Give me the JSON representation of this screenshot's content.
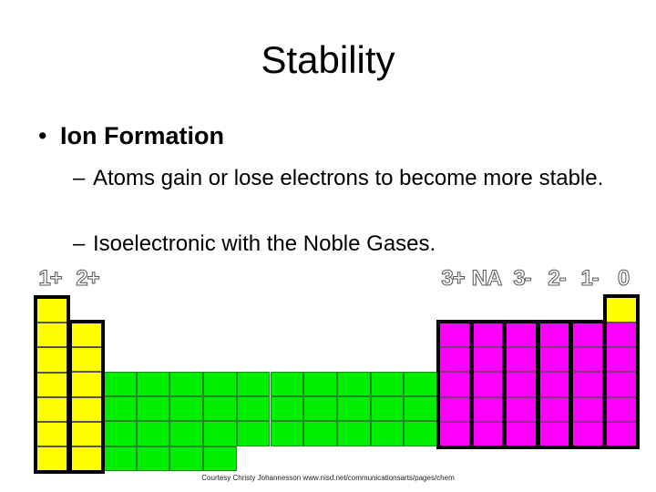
{
  "title": "Stability",
  "bullet": "Ion Formation",
  "sub_bullets": [
    "Atoms gain or lose electrons to become more stable.",
    "Isoelectronic with the Noble Gases."
  ],
  "group_labels": [
    "1+",
    "2+",
    "3+",
    "NA",
    "3-",
    "2-",
    "1-",
    "0"
  ],
  "colors": {
    "stable_or_metal_s": "#ffff00",
    "transition": "#00ee00",
    "p_block": "#ff00ff"
  },
  "credit": "Courtesy Christy Johannesson www.nisd.net/communicationsarts/pages/chem"
}
